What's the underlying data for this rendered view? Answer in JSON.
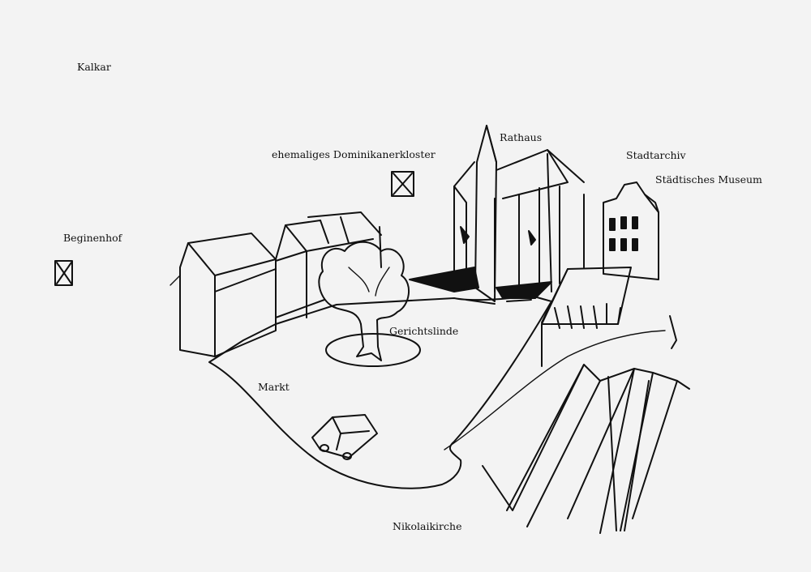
{
  "labels": {
    "kalkar": "Kalkar",
    "dominikanerkloster": "ehemaliges Dominikanerkloster",
    "rathaus": "Rathaus",
    "stadtarchiv": "Stadtarchiv",
    "museum": "Städtisches Museum",
    "beginenhof": "Beginenhof",
    "gerichtslinde": "Gerichtslinde",
    "markt": "Markt",
    "nikolaikirche": "Nikolaikirche"
  },
  "colors": {
    "ink": "#111111",
    "paper": "#f3f3f3"
  }
}
